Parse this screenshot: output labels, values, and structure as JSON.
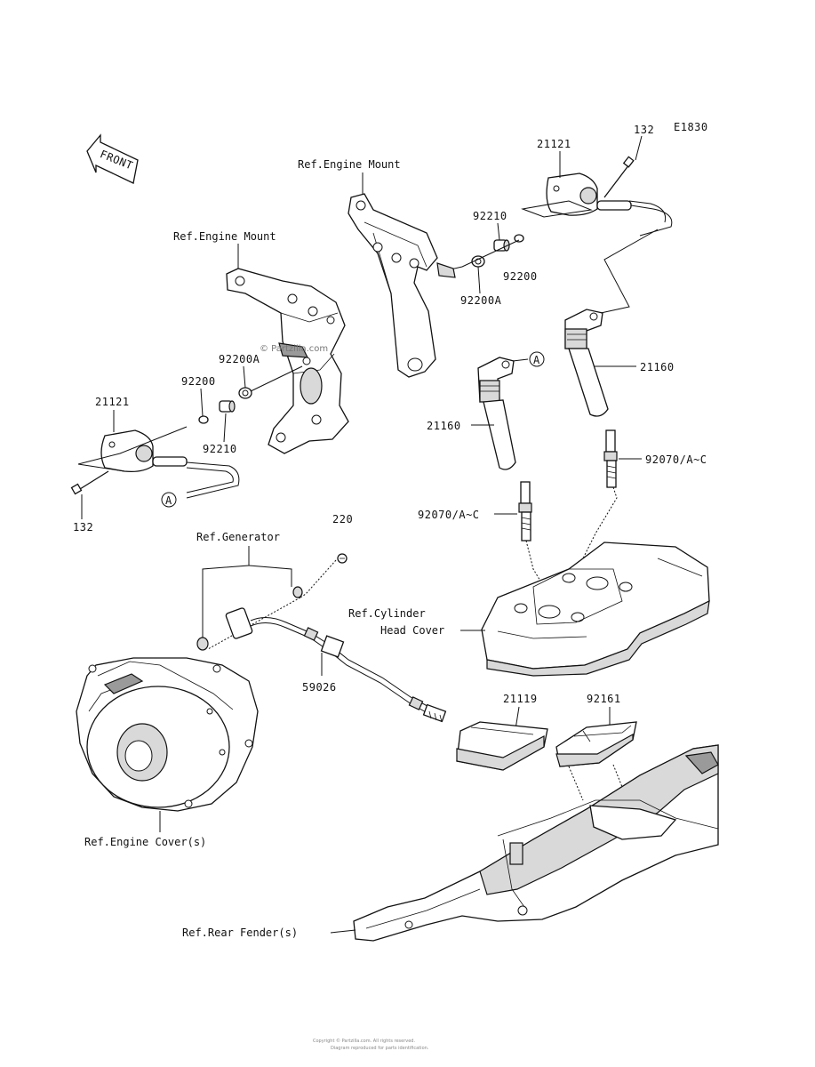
{
  "diagram": {
    "code": "E1830",
    "front_label": "FRONT",
    "watermark": "© Partzilla.com",
    "callout_a": "A",
    "labels": {
      "p132_top": "132",
      "p21121_top": "21121",
      "p92210_top": "92210",
      "p92200_top": "92200",
      "p92200a_top": "92200A",
      "p21160_right": "21160",
      "p92070_right": "92070/A~C",
      "p21160_left": "21160",
      "p92070_left": "92070/A~C",
      "p92200a_left": "92200A",
      "p92200_left": "92200",
      "p21121_left": "21121",
      "p92210_left": "92210",
      "p132_left": "132",
      "p220": "220",
      "p59026": "59026",
      "p21119": "21119",
      "p92161": "92161"
    },
    "refs": {
      "engine_mount_top": "Ref.Engine Mount",
      "engine_mount_left": "Ref.Engine Mount",
      "generator": "Ref.Generator",
      "cyl_head_line1": "Ref.Cylinder",
      "cyl_head_line2": "Head Cover",
      "engine_cover": "Ref.Engine Cover(s)",
      "rear_fender": "Ref.Rear Fender(s)"
    },
    "footer_line1": "Copyright © Partzilla.com. All rights reserved.",
    "footer_line2": "Diagram reproduced for parts identification."
  }
}
